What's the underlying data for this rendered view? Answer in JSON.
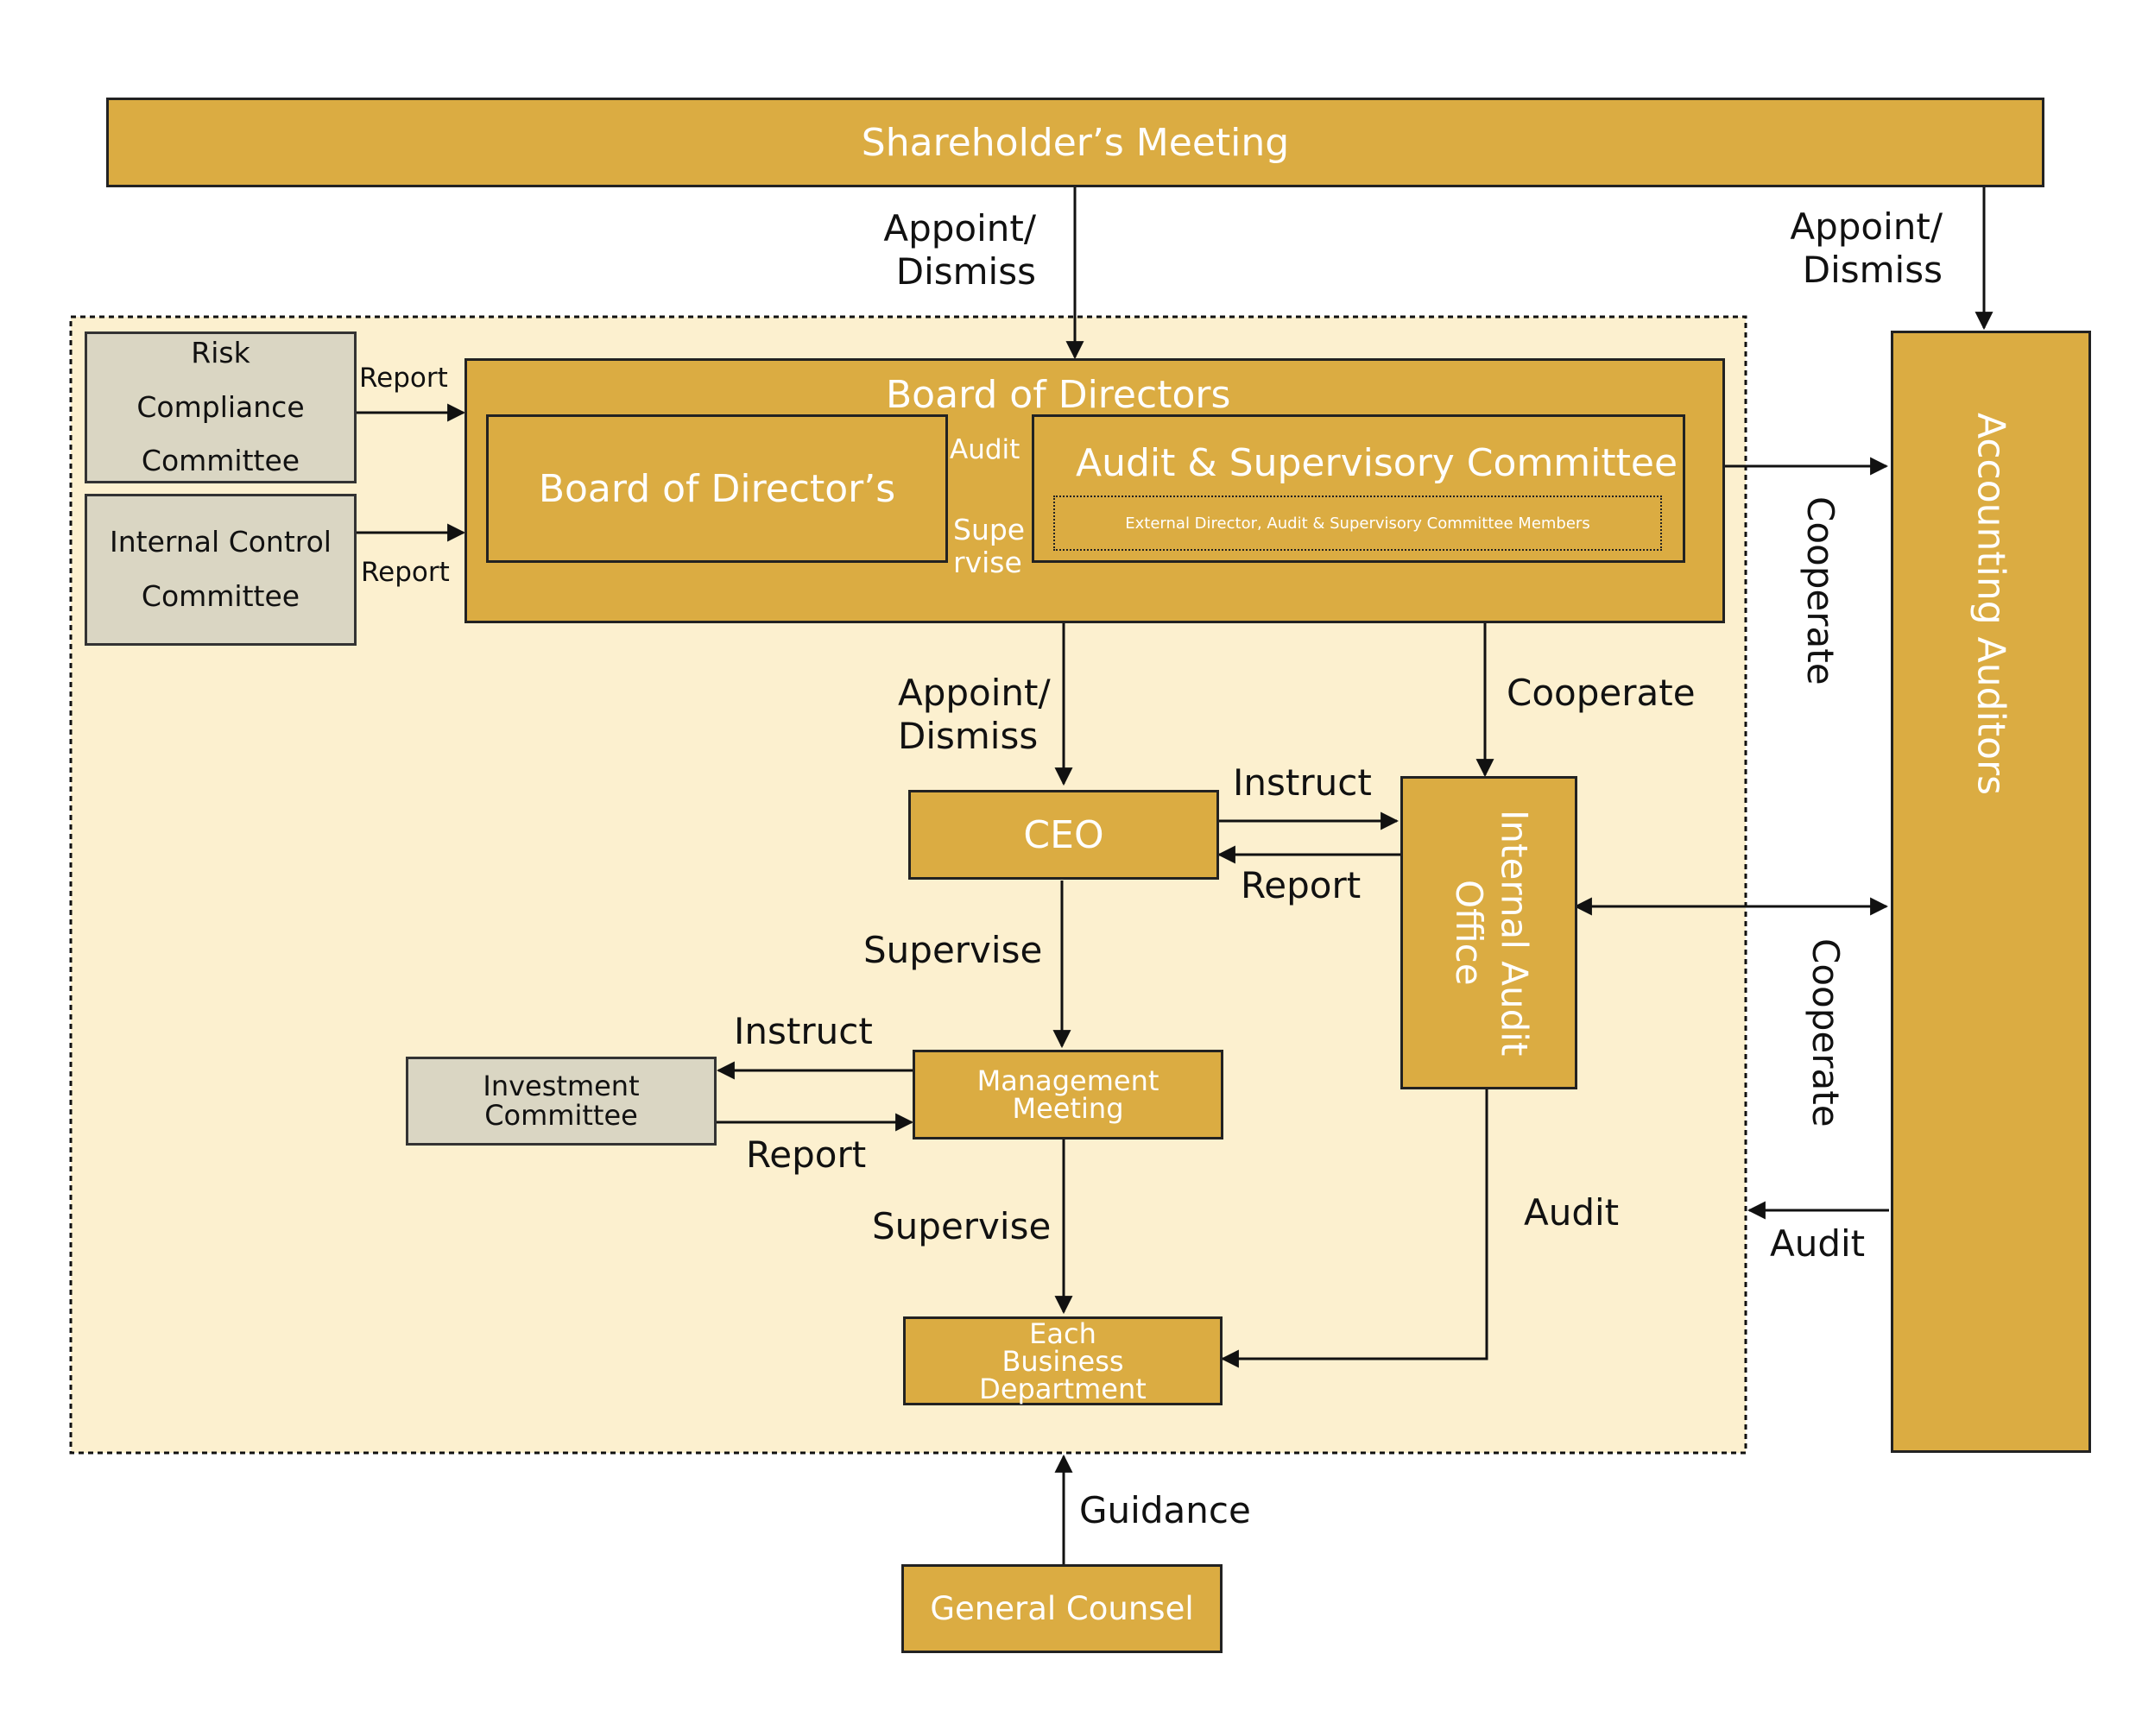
{
  "nodes": {
    "shareholders_meeting": "Shareholder’s Meeting",
    "board_of_directors": "Board of Directors",
    "board_of_directors_inner": "Board of Director’s",
    "audit_supervisory_committee": "Audit & Supervisory Committee",
    "audit_committee_members": "External Director, Audit & Supervisory Committee Members",
    "risk_compliance_committee": "Risk Compliance Committee",
    "internal_control_committee": "Internal Control Committee",
    "ceo": "CEO",
    "internal_audit_office": "Internal Audit Office",
    "management_meeting": "Management Meeting",
    "investment_committee": "Investment Committee",
    "each_business_department": "Each Business Department",
    "general_counsel": "General Counsel",
    "accounting_auditors": "Accounting Auditors"
  },
  "edges": {
    "appoint_dismiss_1": "Appoint/ Dismiss",
    "appoint_dismiss_2": "Appoint/ Dismiss",
    "appoint_dismiss_3": "Appoint/ Dismiss",
    "report_risk": "Report",
    "report_internal": "Report",
    "audit_inner": "Audit",
    "supervise_inner": "Supe rvise",
    "cooperate_asc_aa": "Cooperate",
    "cooperate_asc_iao": "Cooperate",
    "cooperate_iao_aa": "Cooperate",
    "instruct_ceo": "Instruct",
    "report_ceo": "Report",
    "supervise_ceo": "Supervise",
    "instruct_mm": "Instruct",
    "report_mm": "Report",
    "supervise_mm": "Supervise",
    "audit_iao": "Audit",
    "audit_aa": "Audit",
    "guidance": "Guidance"
  },
  "colors": {
    "gold": "#dbac42",
    "region": "#fcf0cf",
    "grey_box": "#dad6c3",
    "line": "#111111"
  }
}
